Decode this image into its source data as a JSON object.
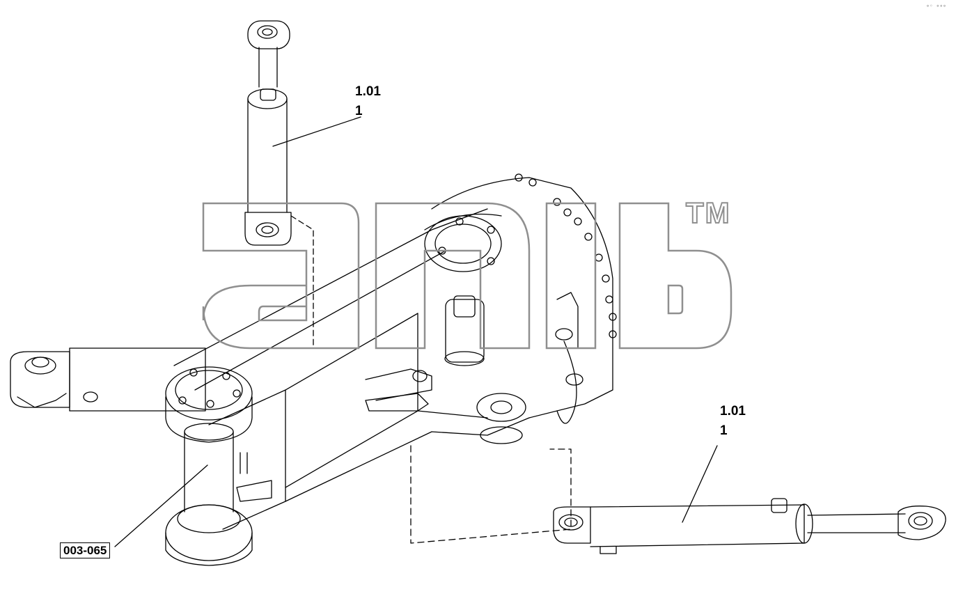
{
  "callouts": [
    {
      "part": "1.01",
      "qty": "1"
    },
    {
      "part": "1.01",
      "qty": "1"
    }
  ],
  "reference": "003-065",
  "watermark": {
    "tm": "TM"
  },
  "colors": {
    "line": "#000000",
    "watermark_stroke": "#8f8f8f",
    "background": "#ffffff"
  }
}
